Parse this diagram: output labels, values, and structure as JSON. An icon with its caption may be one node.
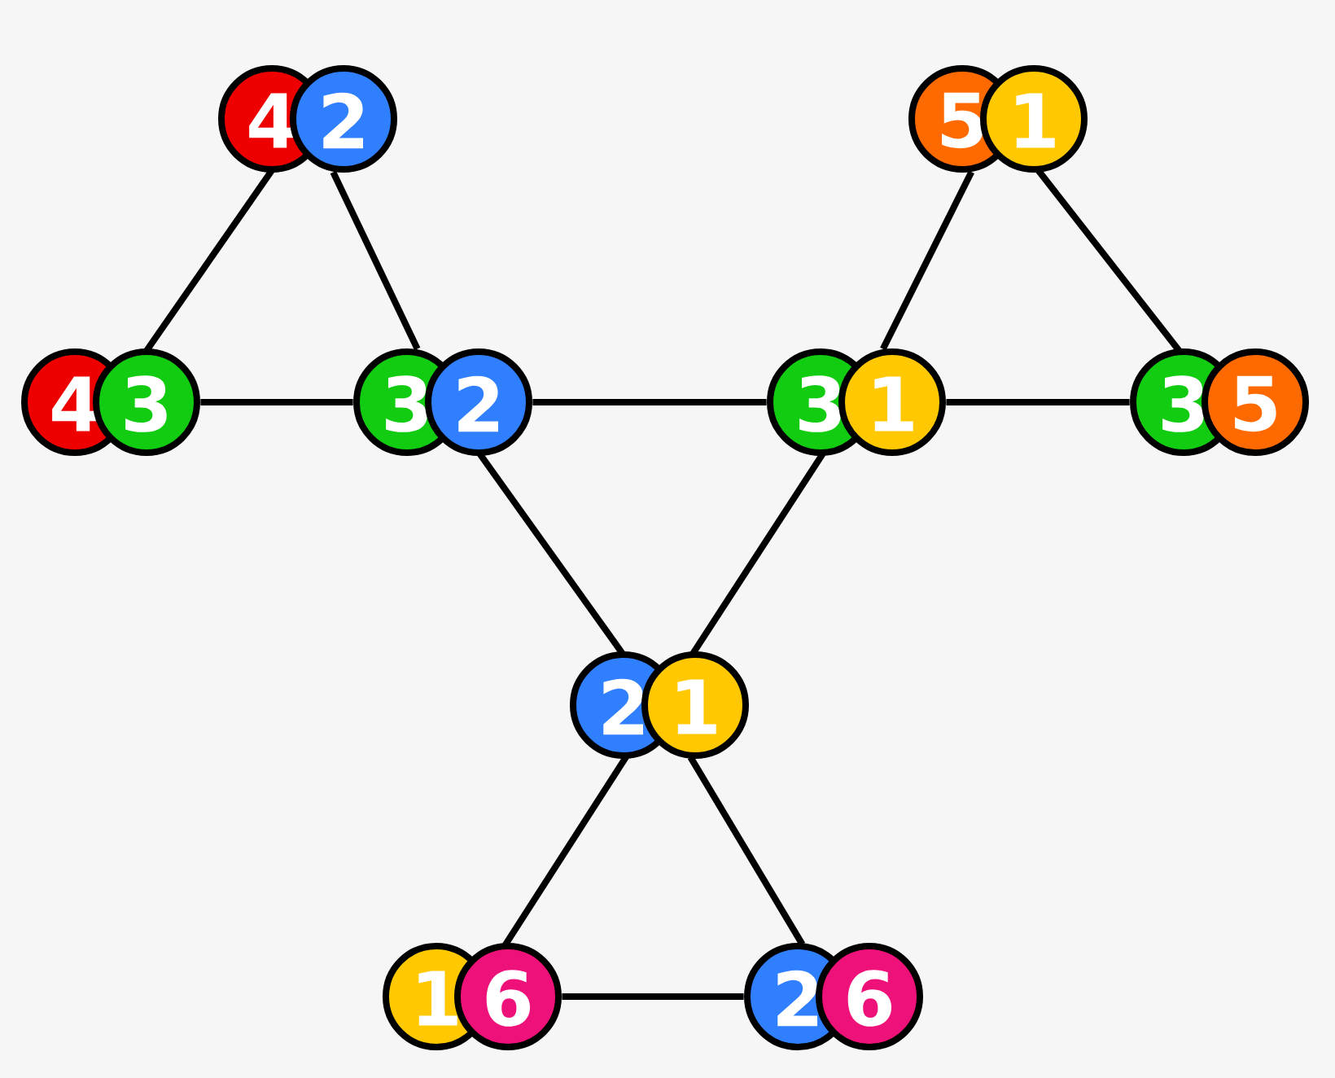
{
  "diagram": {
    "nodes": [
      {
        "text": [
          "4",
          "2"
        ]
      },
      {
        "text": [
          "5",
          "1"
        ]
      },
      {
        "text": [
          "4",
          "3"
        ]
      },
      {
        "text": [
          "3",
          "2"
        ]
      },
      {
        "text": [
          "3",
          "1"
        ]
      },
      {
        "text": [
          "3",
          "5"
        ]
      },
      {
        "text": [
          "2",
          "1"
        ]
      },
      {
        "text": [
          "1",
          "6"
        ]
      },
      {
        "text": [
          "2",
          "6"
        ]
      }
    ],
    "edges": [
      {
        "from": 0,
        "to": 2,
        "arrow": "none"
      },
      {
        "from": 0,
        "to": 3,
        "arrow": "none"
      },
      {
        "from": 2,
        "to": 3,
        "arrow": "none"
      },
      {
        "from": 3,
        "to": 4,
        "arrow": "none"
      },
      {
        "from": 1,
        "to": 4,
        "arrow": "none"
      },
      {
        "from": 1,
        "to": 5,
        "arrow": "none"
      },
      {
        "from": 4,
        "to": 5,
        "arrow": "none"
      },
      {
        "from": 3,
        "to": 6,
        "arrow": "none"
      },
      {
        "from": 4,
        "to": 6,
        "arrow": "none"
      },
      {
        "from": 6,
        "to": 7,
        "arrow": "none"
      },
      {
        "from": 6,
        "to": 8,
        "arrow": "none"
      },
      {
        "from": 7,
        "to": 8,
        "arrow": "none"
      }
    ]
  }
}
